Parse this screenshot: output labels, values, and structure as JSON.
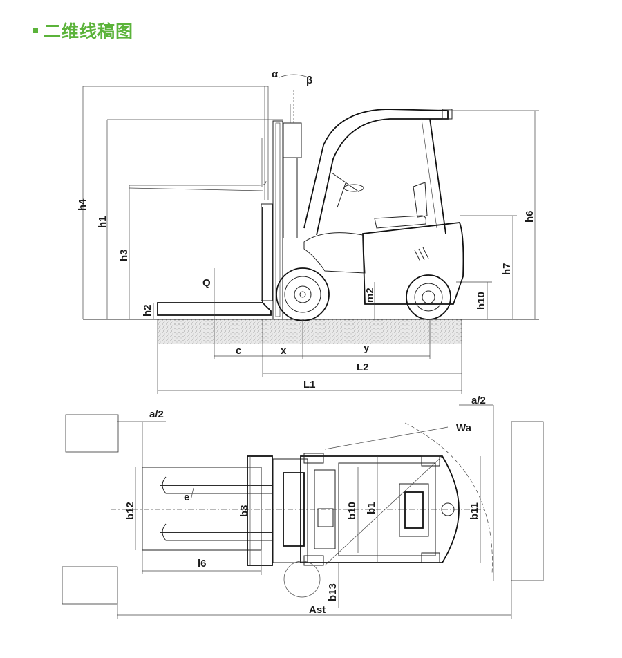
{
  "header": {
    "title": "二维线稿图"
  },
  "labels": {
    "alpha": "α",
    "beta": "β",
    "h4": "h4",
    "h1": "h1",
    "h3": "h3",
    "h2": "h2",
    "h6": "h6",
    "h7": "h7",
    "h10": "h10",
    "Q": "Q",
    "m2": "m2",
    "c": "c",
    "x": "x",
    "y": "y",
    "L2": "L2",
    "L1": "L1",
    "a2_left": "a/2",
    "a2_right": "a/2",
    "Wa": "Wa",
    "b12": "b12",
    "e": "e",
    "b3": "b3",
    "b10": "b10",
    "b1": "b1",
    "b11": "b11",
    "l6": "l6",
    "b13": "b13",
    "Ast": "Ast"
  },
  "colors": {
    "accent": "#5bb33a",
    "line": "#222222"
  }
}
